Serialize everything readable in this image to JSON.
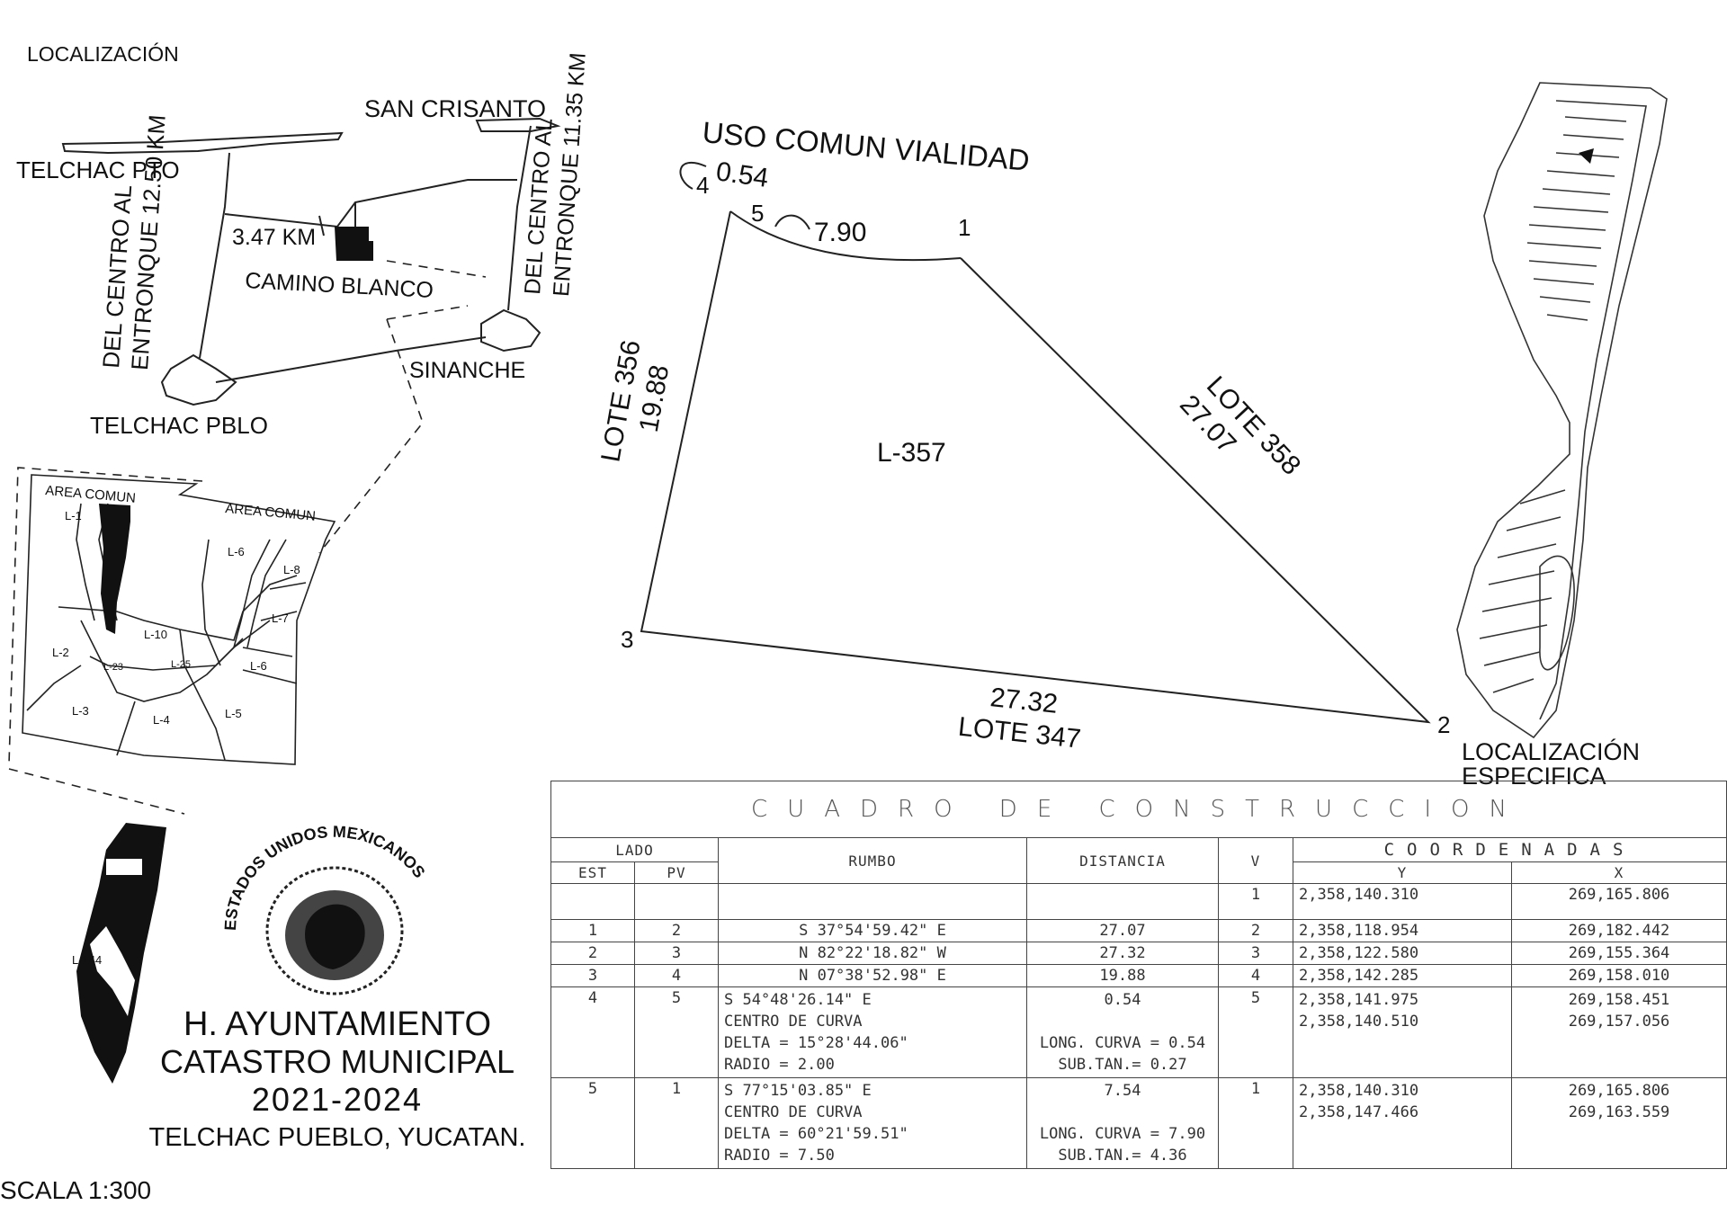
{
  "header": {
    "localizacion": "LOCALIZACIÓN"
  },
  "location_map": {
    "labels": {
      "san_crisanto": "SAN CRISANTO",
      "telchac_pto": "TELCHAC PTO",
      "distance_1": "3.47 KM",
      "camino_blanco": "CAMINO BLANCO",
      "sinanche": "SINANCHE",
      "telchac_pblo": "TELCHAC PBLO",
      "road_left_1": "DEL CENTRO AL",
      "road_left_2": "ENTRONQUE 12.50 KM",
      "road_right_1": "DEL CENTRO AL",
      "road_right_2": "ENTRONQUE 11.35 KM"
    }
  },
  "sub_map": {
    "area_comun_1": "AREA COMUN",
    "area_comun_2": "AREA COMUN",
    "lots": [
      "L-1",
      "L-6",
      "L-8",
      "L-10",
      "L-7",
      "L-2",
      "L-23",
      "L-25",
      "L-6",
      "L-3",
      "L-4",
      "L-5"
    ]
  },
  "island": {
    "label": "L-144"
  },
  "parcel": {
    "title": "USO COMUN VIALIDAD",
    "lot": "L-357",
    "vertices": [
      "1",
      "2",
      "3",
      "4",
      "5"
    ],
    "dist_45": "0.54",
    "dist_51": "7.90",
    "west_lot": "LOTE 356",
    "west_dist": "19.88",
    "east_lot": "LOTE 358",
    "east_dist": "27.07",
    "south_dist": "27.32",
    "south_lot": "LOTE 347"
  },
  "specific": {
    "line1": "LOCALIZACIÓN",
    "line2": "ESPECIFICA"
  },
  "seal": {
    "text": "ESTADOS UNIDOS MEXICANOS"
  },
  "municipality": {
    "line1": "H. AYUNTAMIENTO",
    "line2": "CATASTRO MUNICIPAL",
    "line3": "2021-2024",
    "line4": "TELCHAC PUEBLO, YUCATAN."
  },
  "scale": "SCALA 1:300",
  "table": {
    "title": "CUADRO DE CONSTRUCCION",
    "h_lado": "LADO",
    "h_est": "EST",
    "h_pv": "PV",
    "h_rumbo": "RUMBO",
    "h_distancia": "DISTANCIA",
    "h_v": "V",
    "h_coordenadas": "COORDENADAS",
    "h_y": "Y",
    "h_x": "X",
    "row0": {
      "v": "1",
      "y": "2,358,140.310",
      "x": "269,165.806"
    },
    "row1": {
      "est": "1",
      "pv": "2",
      "rumbo": "S 37°54'59.42\" E",
      "dist": "27.07",
      "v": "2",
      "y": "2,358,118.954",
      "x": "269,182.442"
    },
    "row2": {
      "est": "2",
      "pv": "3",
      "rumbo": "N 82°22'18.82\" W",
      "dist": "27.32",
      "v": "3",
      "y": "2,358,122.580",
      "x": "269,155.364"
    },
    "row3": {
      "est": "3",
      "pv": "4",
      "rumbo": "N 07°38'52.98\" E",
      "dist": "19.88",
      "v": "4",
      "y": "2,358,142.285",
      "x": "269,158.010"
    },
    "row4": {
      "est": "4",
      "pv": "5",
      "rumbo1": "S 54°48'26.14\" E",
      "rumbo2": "CENTRO DE CURVA",
      "rumbo3": "DELTA = 15°28'44.06\"",
      "rumbo4": "RADIO = 2.00",
      "dist1": "0.54",
      "dist2": "LONG. CURVA = 0.54",
      "dist3": "SUB.TAN.= 0.27",
      "v": "5",
      "y1": "2,358,141.975",
      "y2": "2,358,140.510",
      "x1": "269,158.451",
      "x2": "269,157.056"
    },
    "row5": {
      "est": "5",
      "pv": "1",
      "rumbo1": "S 77°15'03.85\" E",
      "rumbo2": "CENTRO DE CURVA",
      "rumbo3": "DELTA = 60°21'59.51\"",
      "rumbo4": "RADIO = 7.50",
      "dist1": "7.54",
      "dist2": "LONG. CURVA = 7.90",
      "dist3": "SUB.TAN.= 4.36",
      "v": "1",
      "y1": "2,358,140.310",
      "y2": "2,358,147.466",
      "x1": "269,165.806",
      "x2": "269,163.559"
    }
  }
}
